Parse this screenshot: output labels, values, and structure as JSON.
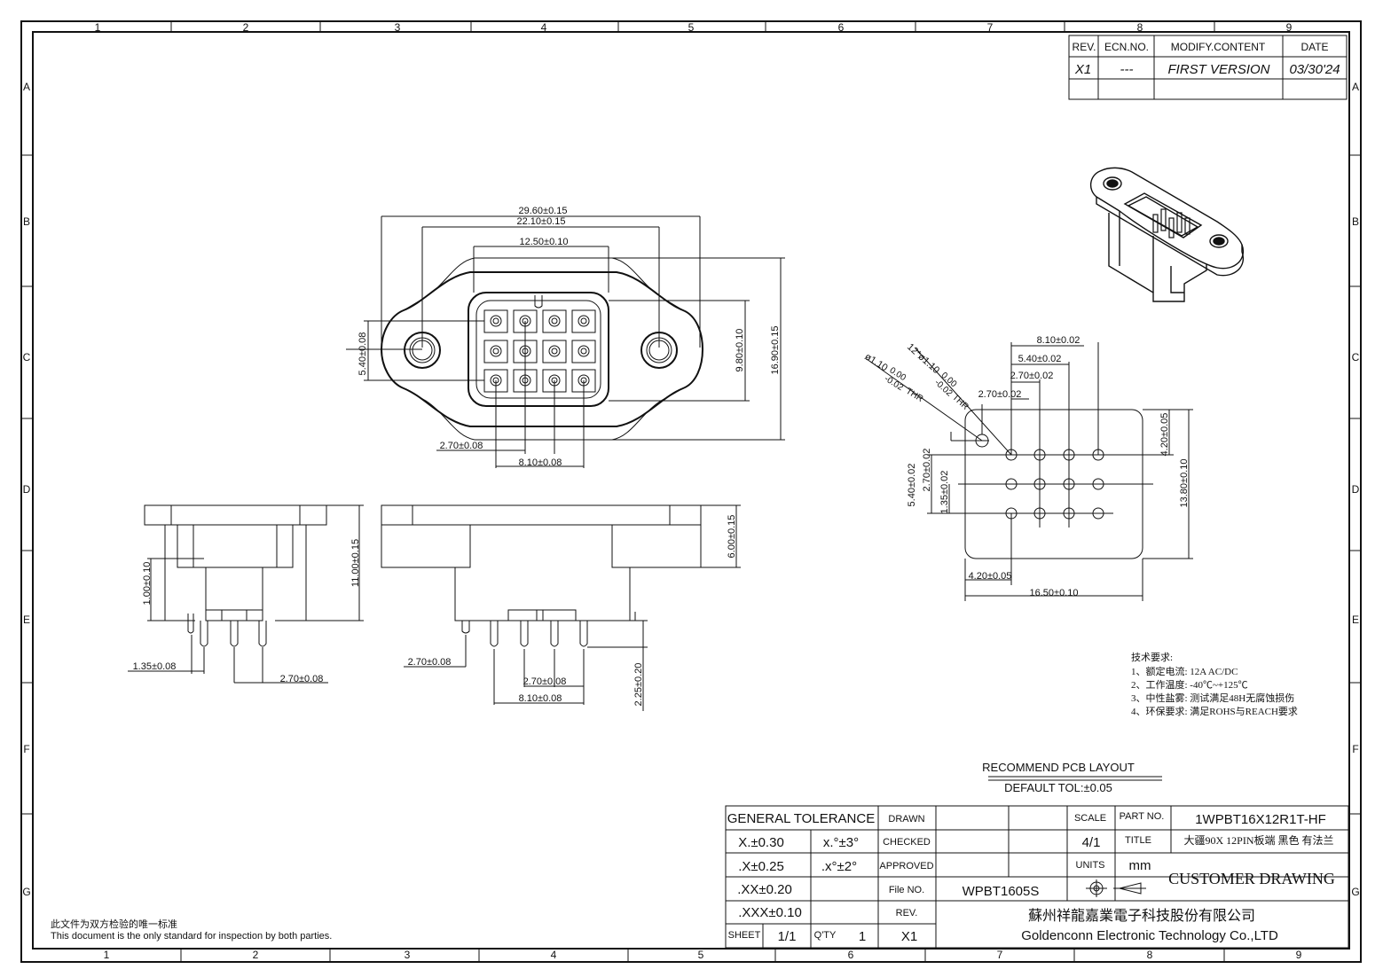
{
  "border": {
    "col_labels": [
      "1",
      "2",
      "3",
      "4",
      "5",
      "6",
      "7",
      "8",
      "9"
    ],
    "row_labels": [
      "A",
      "B",
      "C",
      "D",
      "E",
      "F",
      "G"
    ]
  },
  "revision_table": {
    "headers": [
      "REV.",
      "ECN.NO.",
      "MODIFY.CONTENT",
      "DATE"
    ],
    "row": [
      "X1",
      "---",
      "FIRST VERSION",
      "03/30'24"
    ]
  },
  "front_view": {
    "dims": {
      "overall_width": "29.60±0.15",
      "hole_pitch": "22.10±0.15",
      "body_width": "12.50±0.10",
      "body_height_inner": "9.80±0.10",
      "overall_height": "16.90±0.15",
      "flange_dim": "5.40±0.08",
      "pin_pitch": "2.70±0.08",
      "pin_span": "8.10±0.08"
    }
  },
  "side_view_left": {
    "dims": {
      "pin_offset": "1.00±0.10",
      "height": "11.00±0.15",
      "pin_left": "1.35±0.08",
      "pin_pitch": "2.70±0.08"
    }
  },
  "side_view_right": {
    "dims": {
      "flange_height": "6.00±0.15",
      "pin_pitch_a": "2.70±0.08",
      "pin_pitch_b": "2.70±0.08",
      "pin_span": "8.10±0.08",
      "pin_length": "2.25±0.20"
    }
  },
  "pcb_layout": {
    "dims": {
      "span_x": "8.10±0.02",
      "mid_x": "5.40±0.02",
      "pitch_x": "2.70±0.02",
      "pitch_x2": "2.70±0.02",
      "hole_a": "12*ø1.10",
      "hole_a_tol": "0.00",
      "hole_a_tol2": "-0.02",
      "hole_a_type": "THR",
      "hole_b": "ø1.10",
      "hole_b_tol": "0.00",
      "hole_b_tol2": "-0.02",
      "hole_b_type": "THR",
      "top_offset": "4.20±0.05",
      "height": "13.80±0.10",
      "span_y": "5.40±0.02",
      "pitch_y": "2.70±0.02",
      "offset_y": "1.35±0.02",
      "left_offset": "4.20±0.05",
      "width": "16.50±0.10"
    },
    "caption": "RECOMMEND PCB LAYOUT",
    "tolerance": "DEFAULT TOL:±0.05"
  },
  "tech_requirements": {
    "title": "技术要求:",
    "items": [
      "1、额定电流: 12A AC/DC",
      "2、工作温度: -40℃~+125℃",
      "3、中性盐雾: 测试满足48H无腐蚀损伤",
      "4、环保要求: 满足ROHS与REACH要求"
    ]
  },
  "notice": {
    "cn": "此文件为双方检验的唯一标准",
    "en": "This document is the only standard for inspection by both parties."
  },
  "title_block": {
    "general_tolerance": "GENERAL TOLERANCE",
    "tol_x": "X.±0.30",
    "tol_angle1": "x.°±3°",
    "tol_x1": ".X±0.25",
    "tol_angle2": ".x°±2°",
    "tol_xx": ".XX±0.20",
    "tol_xxx": ".XXX±0.10",
    "drawn": "DRAWN",
    "checked": "CHECKED",
    "approved": "APPROVED",
    "file_no_label": "File NO.",
    "file_no": "WPBT1605S",
    "rev_label": "REV.",
    "rev": "X1",
    "sheet_label": "SHEET",
    "sheet": "1/1",
    "qty_label": "Q'TY",
    "qty": "1",
    "scale_label": "SCALE",
    "scale": "4/1",
    "units_label": "UNITS",
    "units": "mm",
    "part_no_label": "PART NO.",
    "part_no": "1WPBT16X12R1T-HF",
    "title_label": "TITLE",
    "title": "大疆90X  12PIN板端 黑色 有法兰",
    "drawing_type": "CUSTOMER DRAWING",
    "company_cn": "蘇州祥龍嘉業電子科技股份有限公司",
    "company_en": "Goldenconn  Electronic  Technology  Co.,LTD"
  }
}
